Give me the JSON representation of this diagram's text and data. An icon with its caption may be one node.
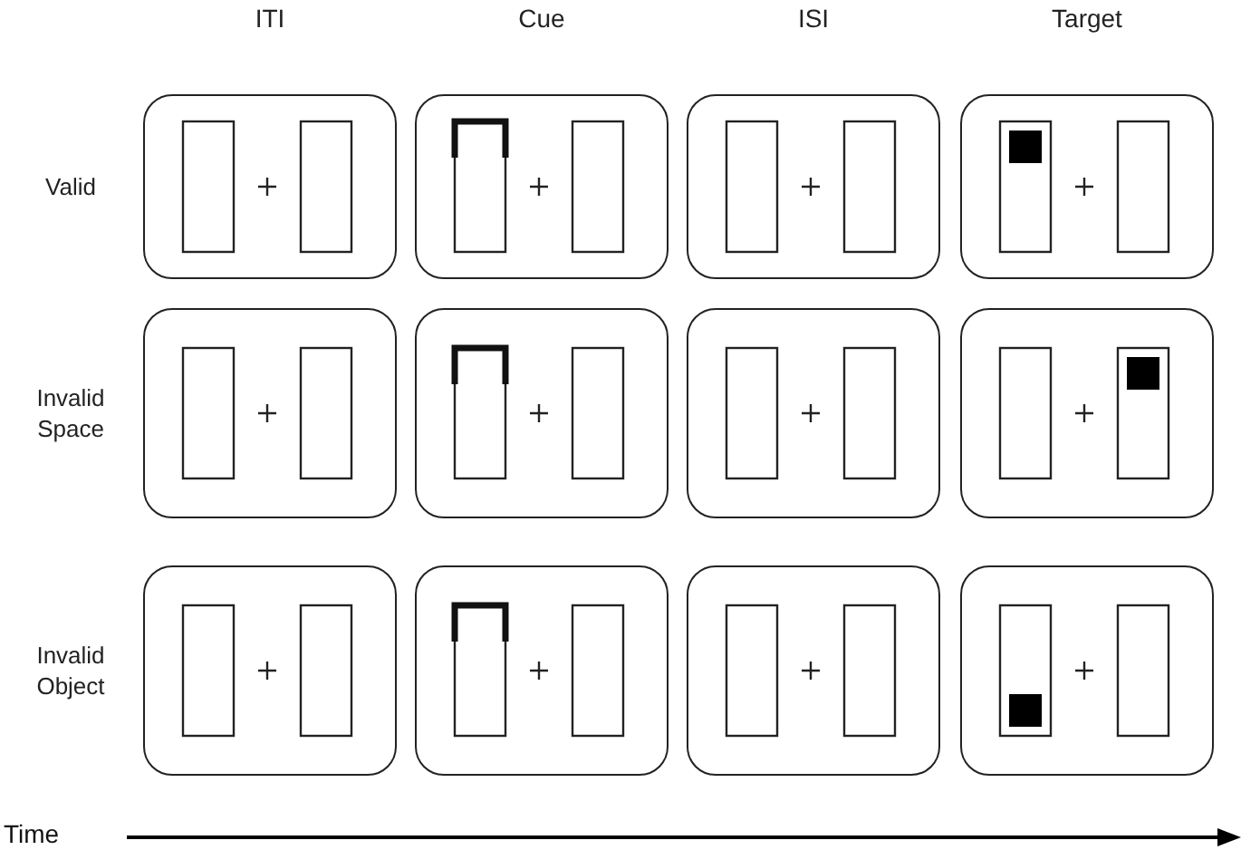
{
  "diagram": {
    "labels": [
      "ITI",
      "Cue",
      "ISI",
      "Target",
      "Valid",
      "Invalid Space",
      "Invalid Object",
      "Time"
    ]
  }
}
